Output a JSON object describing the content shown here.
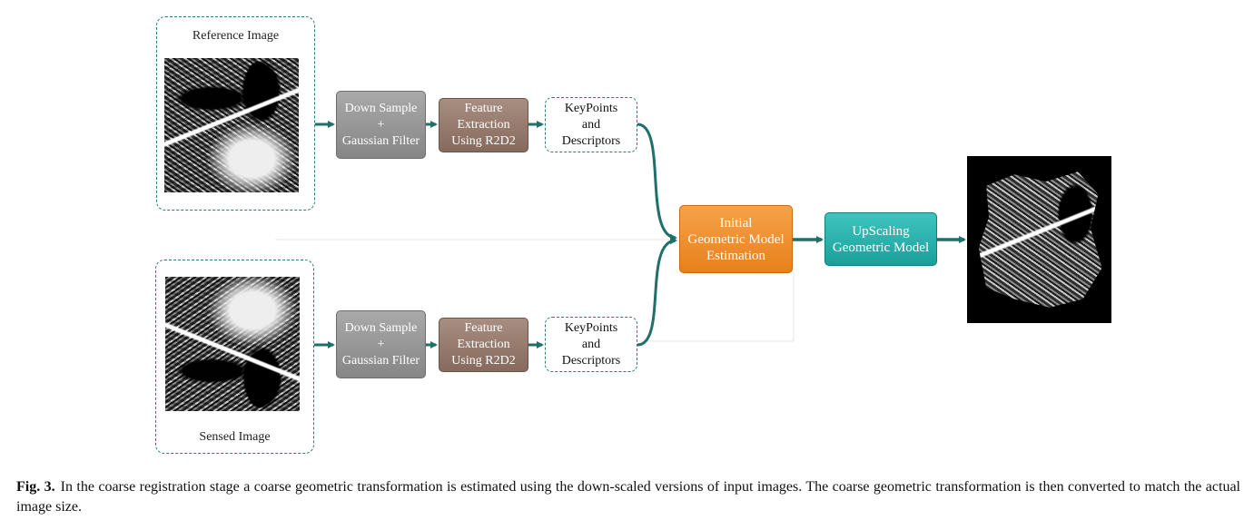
{
  "reference": {
    "label": "Reference Image"
  },
  "sensed": {
    "label": "Sensed Image"
  },
  "top_branch": {
    "downsample": "Down Sample\n+\nGaussian Filter",
    "feature": "Feature\nExtraction\nUsing R2D2",
    "keypoints": "KeyPoints\nand\nDescriptors"
  },
  "bottom_branch": {
    "downsample": "Down Sample\n+\nGaussian Filter",
    "feature": "Feature\nExtraction\nUsing R2D2",
    "keypoints": "KeyPoints\nand\nDescriptors"
  },
  "estimation": "Initial\nGeometric Model\nEstimation",
  "upscaling": "UpScaling\nGeometric Model",
  "colors": {
    "connector": "#1f6f6a",
    "frame": "#2f7b73"
  },
  "caption": {
    "prefix": "Fig. 3.",
    "text": "In the coarse registration stage a coarse geometric transformation is estimated using the down-scaled versions of input images. The coarse geometric transformation is then converted to match the actual image size."
  }
}
